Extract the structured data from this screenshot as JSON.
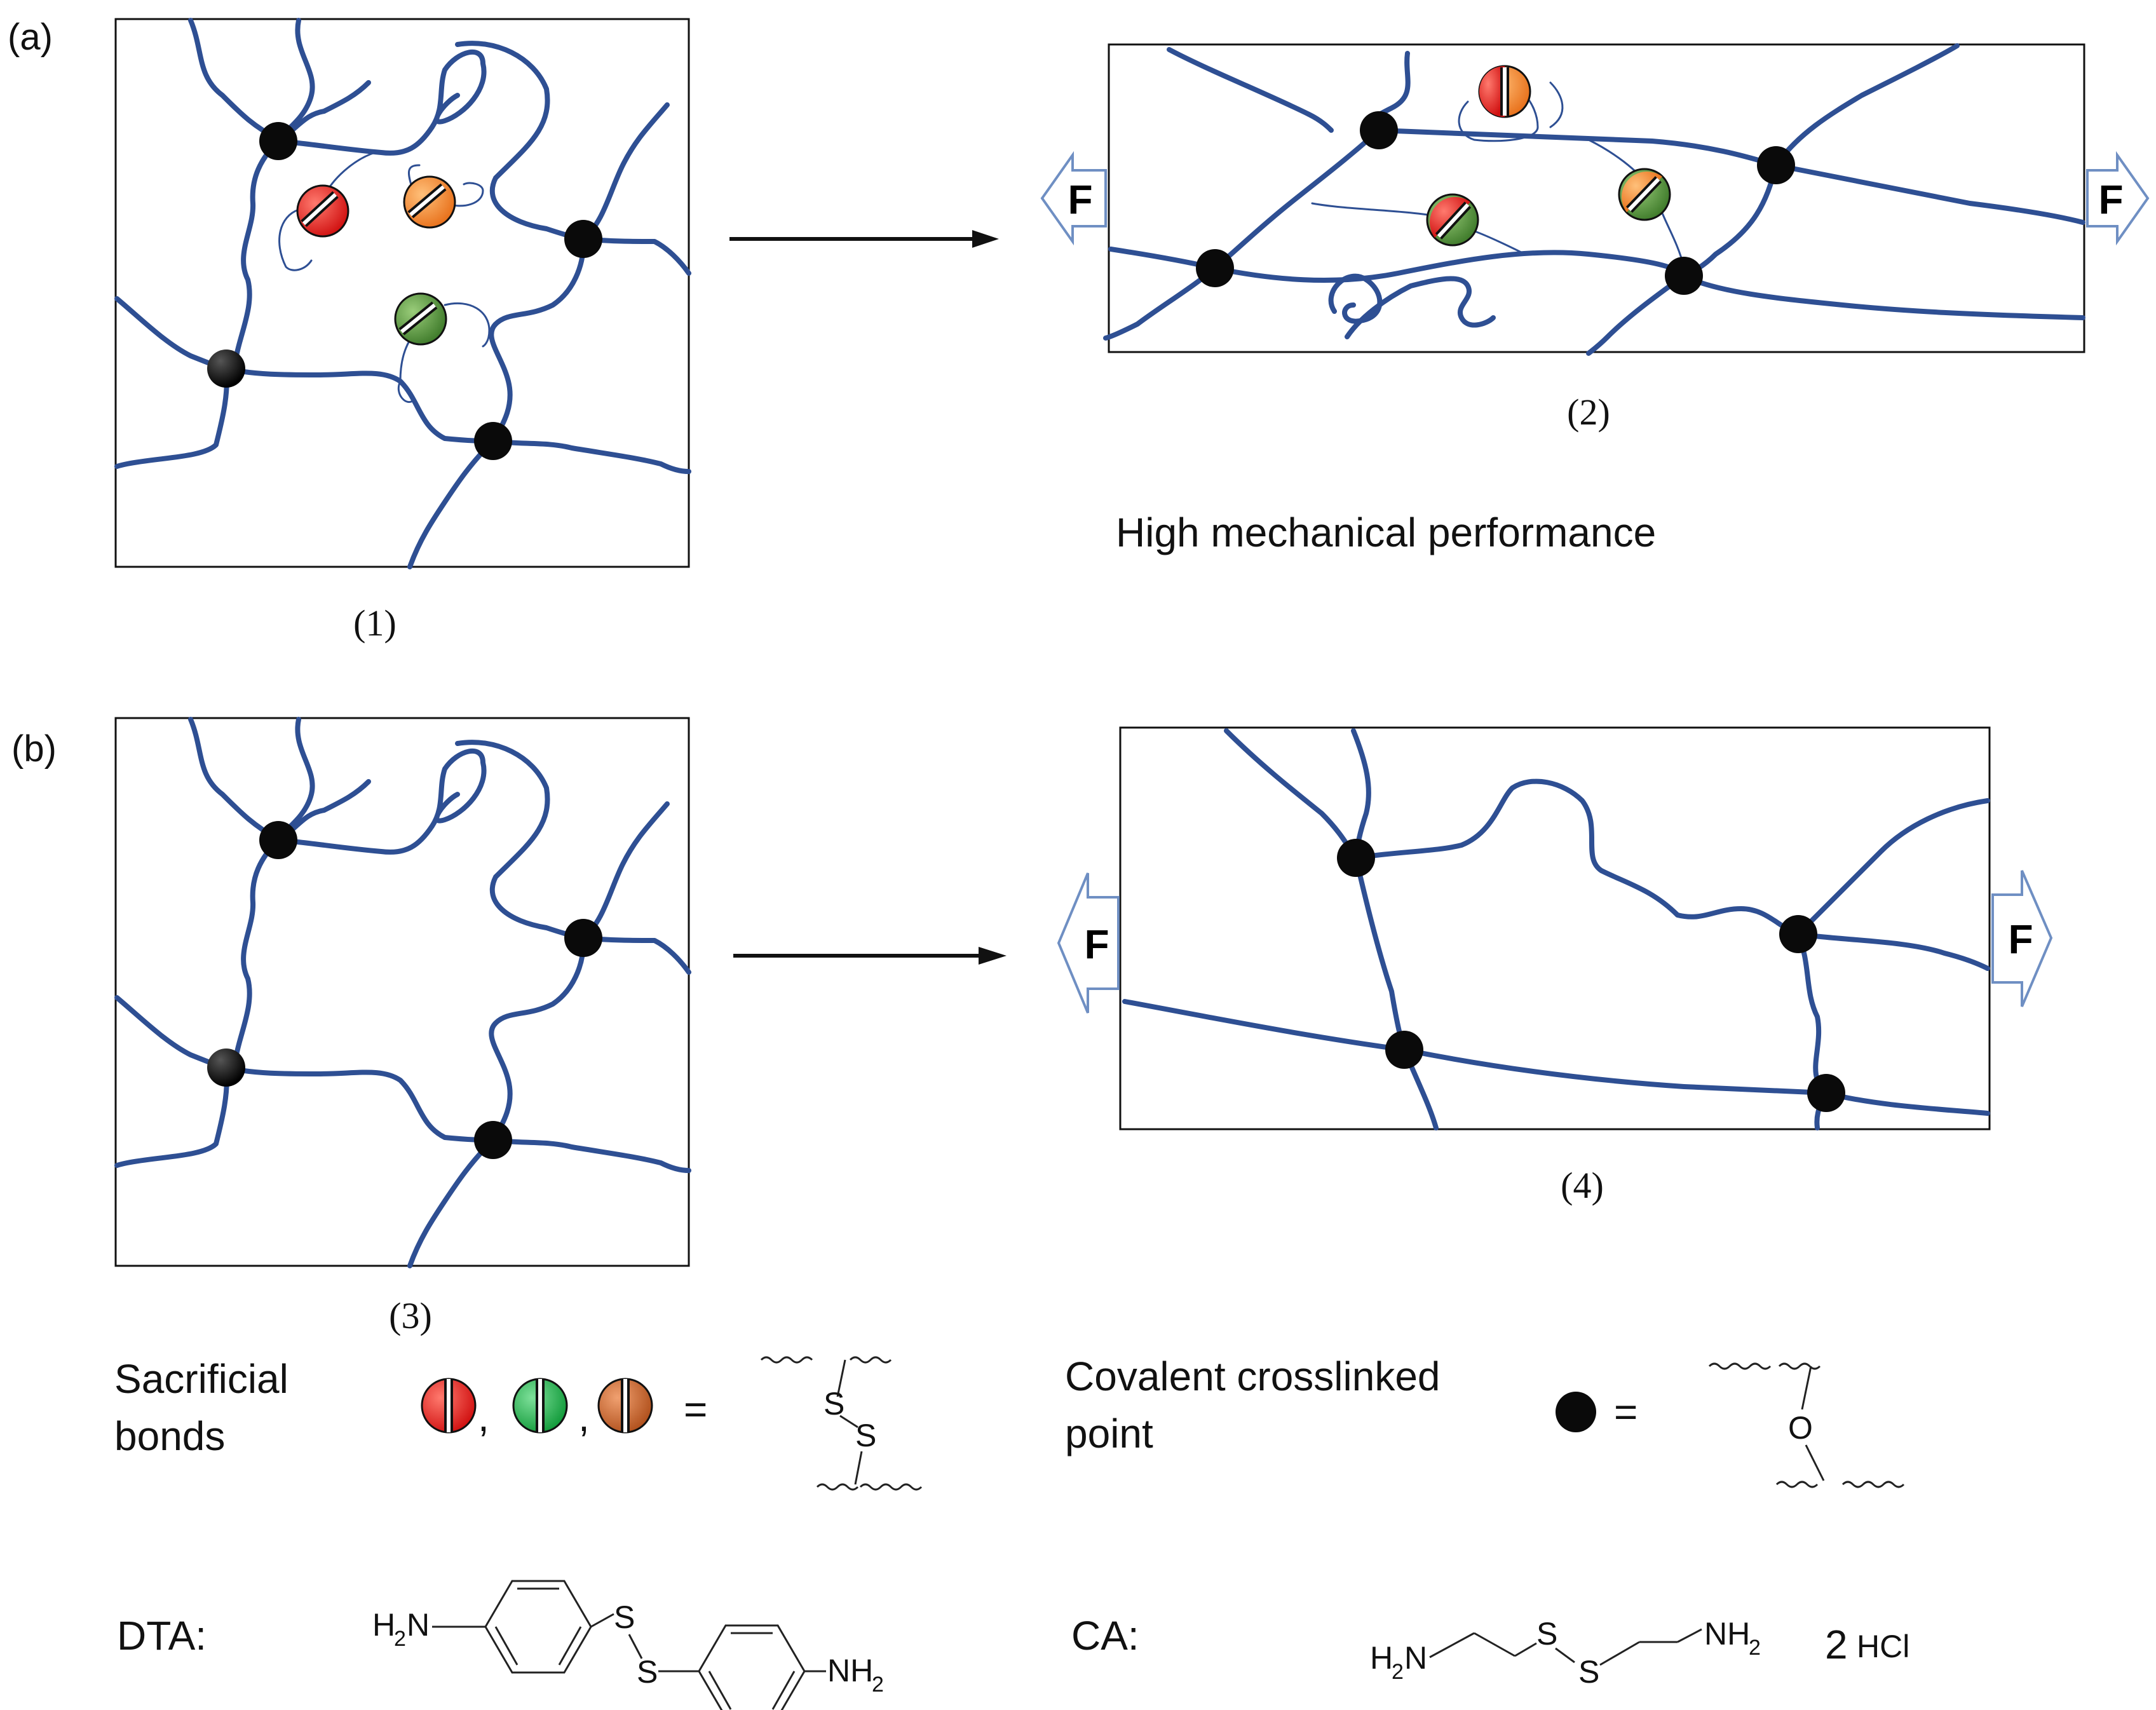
{
  "panels": {
    "a_label": "(a)",
    "b_label": "(b)",
    "caption_1": "(1)",
    "caption_2": "(2)",
    "caption_3": "(3)",
    "caption_4": "(4)"
  },
  "force_label": "F",
  "annotation": "High mechanical performance",
  "legend": {
    "sacrificial_line1": "Sacrificial",
    "sacrificial_line2": "bonds",
    "comma": ",",
    "equals": "=",
    "disulfide_atom": "S",
    "covalent_line1": "Covalent crosslinked",
    "covalent_line2": "point",
    "ether_atom": "O"
  },
  "chemicals": {
    "dta_label": "DTA:",
    "ca_label": "CA:",
    "h2n": "H",
    "h2n_sub": "2",
    "h2n_n": "N",
    "nh": "NH",
    "nh_sub": "2",
    "s": "S",
    "ca_salt": "2",
    "ca_hcl": "HCl"
  },
  "colors": {
    "chain": "#2e4f93",
    "red": "#e8201c",
    "orange": "#f0832a",
    "green_dark": "#4d8a36",
    "green_legend": "#1fa84a",
    "brown": "#c0622a",
    "node": "#0a0a0a"
  }
}
